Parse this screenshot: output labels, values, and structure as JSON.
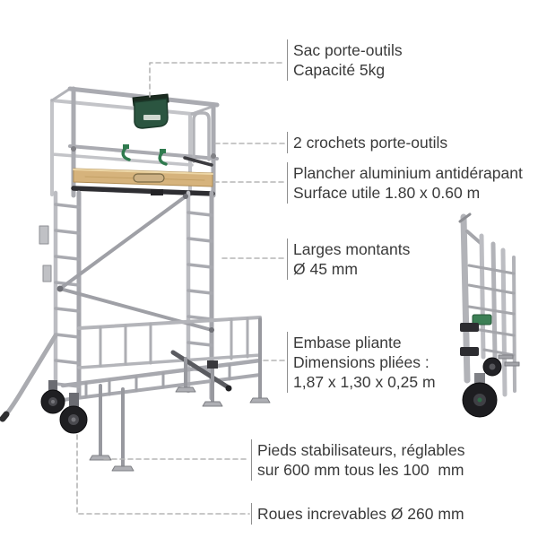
{
  "figure": {
    "type": "annotated-product-diagram",
    "subject": "rolling aluminium scaffold tower, assembled view with folded view at right"
  },
  "annotations": {
    "tool_bag": {
      "lines": [
        "Sac porte-outils",
        "Capacité 5kg"
      ]
    },
    "hooks": {
      "lines": [
        "2 crochets porte-outils"
      ]
    },
    "platform": {
      "lines": [
        "Plancher aluminium antidérapant",
        "Surface utile 1.80 x 0.60 m"
      ]
    },
    "uprights": {
      "lines": [
        "Larges montants",
        "Ø 45 mm"
      ]
    },
    "base": {
      "lines": [
        "Embase pliante",
        "Dimensions pliées :",
        "1,87 x 1,30 x 0,25 m"
      ]
    },
    "stabilizer_feet": {
      "lines": [
        "Pieds stabilisateurs, réglables",
        "sur 600 mm tous les 100  mm"
      ]
    },
    "wheels": {
      "lines": [
        "Roues increvables Ø 260 mm"
      ]
    }
  },
  "colors": {
    "background": "#ffffff",
    "text": "#3a3a3a",
    "leader_line": "#b5b5b5",
    "callout_bar": "#8f8f8f",
    "tube_gray": "#b2b3b8",
    "wood": "#d6b37c",
    "bag_green": "#2b5540",
    "hook_green": "#2f7a4e",
    "wheel_black": "#1f1f22"
  }
}
